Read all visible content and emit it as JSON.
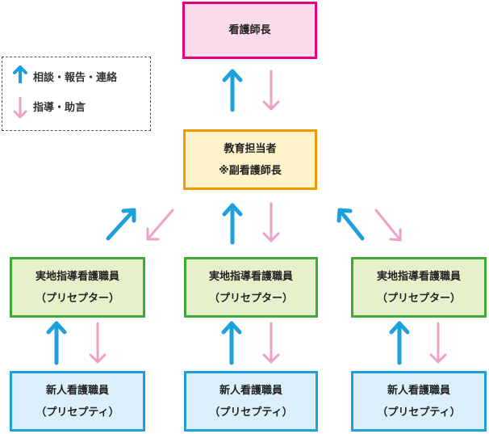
{
  "legend": {
    "up_label": "相談・報告・連絡",
    "down_label": "指導・助言"
  },
  "nodes": {
    "head_nurse": {
      "line1": "看護師長"
    },
    "education": {
      "line1": "教育担当者",
      "line2": "※副看護師長"
    },
    "preceptor": {
      "line1": "実地指導看護職員",
      "line2": "（プリセプター）"
    },
    "preceptee": {
      "line1": "新人看護職員",
      "line2": "（プリセプティ）"
    }
  },
  "colors": {
    "up_arrow": "#1ea0dc",
    "down_arrow": "#f0a0c5"
  }
}
